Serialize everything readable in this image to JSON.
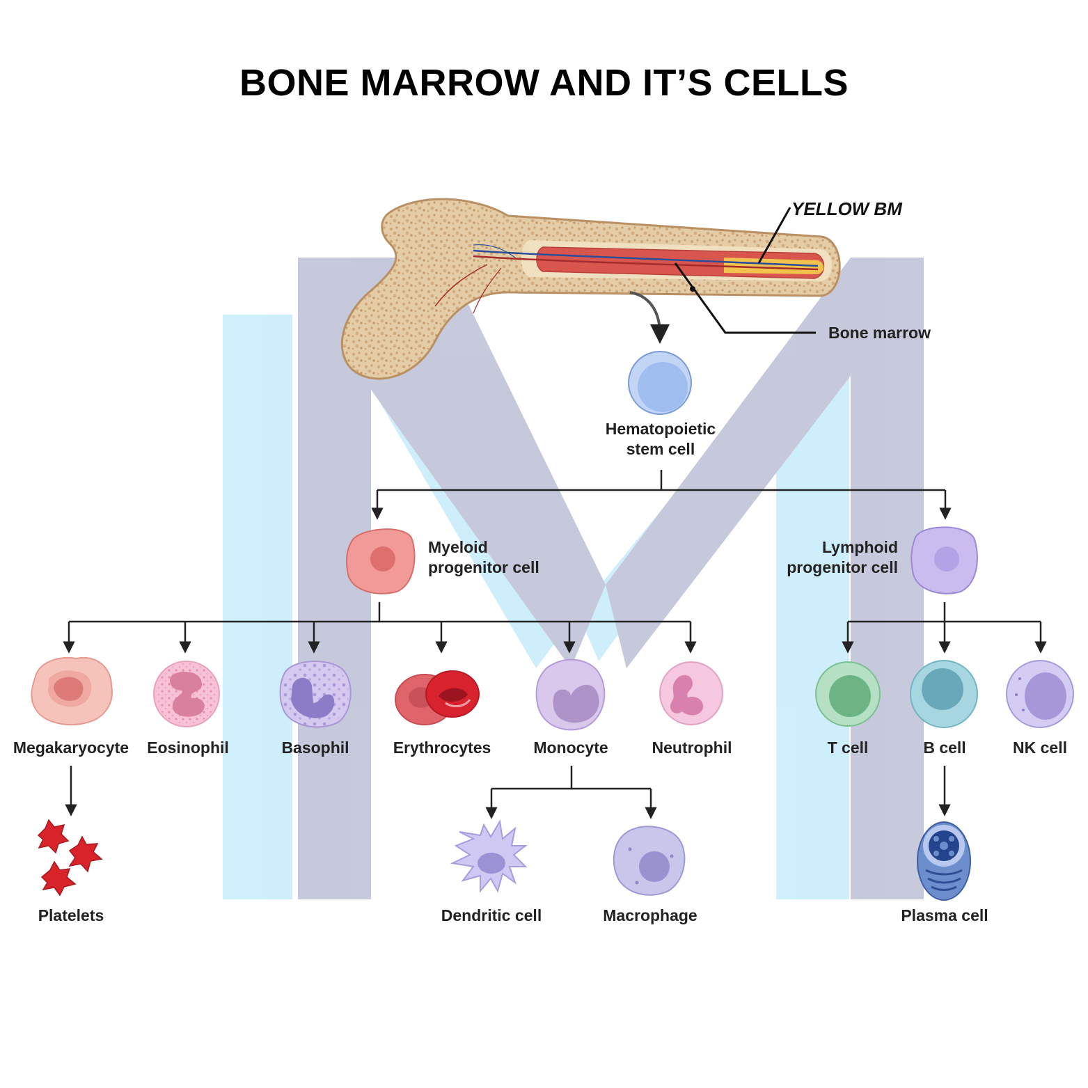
{
  "title": "BONE MARROW AND IT’S CELLS",
  "bone_labels": {
    "yellow_bm": "YELLOW BM",
    "bone_marrow": "Bone marrow"
  },
  "stem_cell": {
    "line1": "Hematopoietic",
    "line2": "stem cell"
  },
  "myeloid": {
    "line1": "Myeloid",
    "line2": "progenitor cell"
  },
  "lymphoid": {
    "line1": "Lymphoid",
    "line2": "progenitor cell"
  },
  "myeloid_cells": [
    "Megakaryocyte",
    "Eosinophil",
    "Basophil",
    "Erythrocytes",
    "Monocyte",
    "Neutrophil"
  ],
  "lymphoid_cells": [
    "T cell",
    "B cell",
    "NK cell"
  ],
  "derived": {
    "platelets": "Platelets",
    "dendritic": "Dendritic cell",
    "macrophage": "Macrophage",
    "plasma": "Plasma cell"
  },
  "colors": {
    "watermark_blue": "#cdeefc",
    "watermark_gray": "#c4c7da",
    "bone": "#e4cda6",
    "marrow_red": "#d9564f",
    "yellow_marrow": "#f2c24e",
    "stem": "#a8c4f2",
    "myeloid": "#f29a98",
    "lymphoid": "#cbbcf0"
  }
}
